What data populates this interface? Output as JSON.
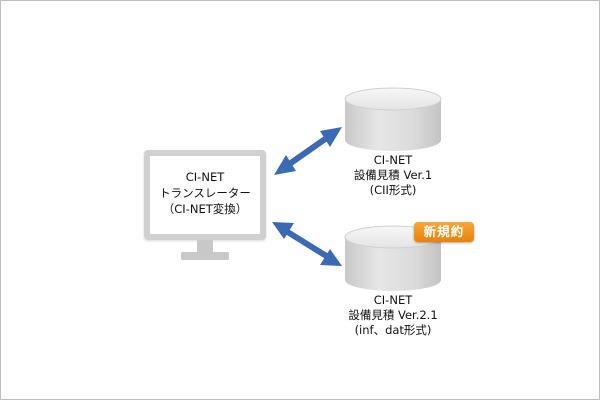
{
  "colors": {
    "arrow": "#3b69b4",
    "monitor_frame": "#d0d0d0",
    "monitor_screen": "#ffffff",
    "cylinder_body": "#dcdcdc",
    "badge": "#ee8d1a"
  },
  "translator": {
    "icon": "computer-monitor-icon",
    "line1": "CI-NET",
    "line2": "トランスレーター",
    "line3": "（CI-NET変換）"
  },
  "database_v1": {
    "icon": "database-icon",
    "line1": "CI-NET",
    "line2": "設備見積 Ver.1",
    "line3": "(CII形式)"
  },
  "database_v2": {
    "icon": "database-icon",
    "badge": "新規約",
    "line1": "CI-NET",
    "line2": "設備見積 Ver.2.1",
    "line3": "(inf、dat形式)"
  }
}
